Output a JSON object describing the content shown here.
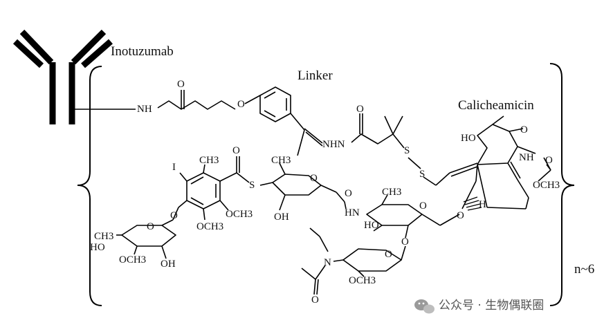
{
  "labels": {
    "antibody": "Inotuzumab",
    "linker": "Linker",
    "payload": "Calicheamicin",
    "drug_ratio": "n~6"
  },
  "atoms": {
    "nh": "NH",
    "o": "O",
    "nhn": "NHN",
    "s": "S",
    "ho": "HO",
    "h": "H",
    "i": "I",
    "ch3": "CH3",
    "och3": "OCH3",
    "oh": "OH",
    "hn": "HN",
    "n": "N"
  },
  "watermark": {
    "icon": "wechat-icon",
    "text": "公众号 · 生物偶联圈"
  }
}
